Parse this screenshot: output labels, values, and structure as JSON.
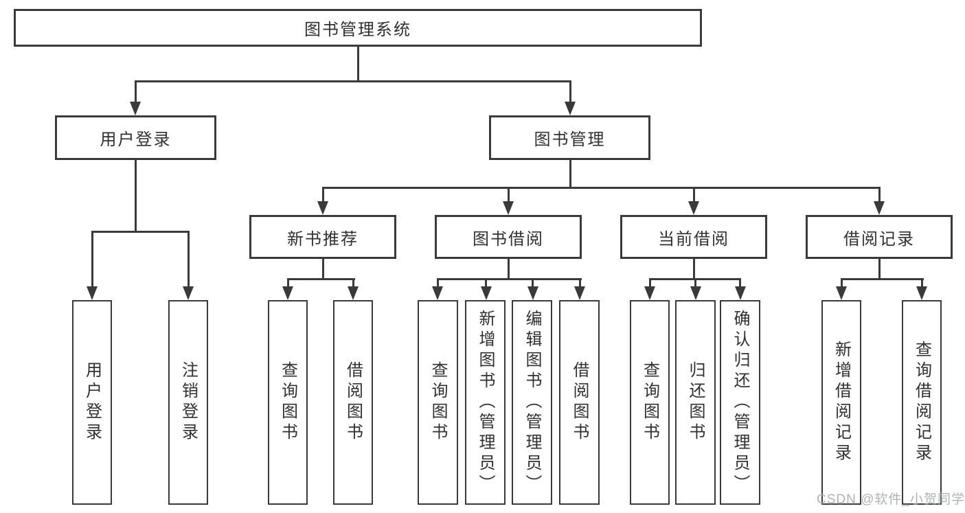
{
  "diagram": {
    "title": "图书管理系统",
    "root": {
      "label": "图书管理系统"
    },
    "level2": {
      "user_login": {
        "label": "用户登录"
      },
      "book_management": {
        "label": "图书管理"
      }
    },
    "level3": {
      "new_book_recommend": {
        "label": "新书推荐"
      },
      "book_borrow": {
        "label": "图书借阅"
      },
      "current_borrow": {
        "label": "当前借阅"
      },
      "borrow_records": {
        "label": "借阅记录"
      }
    },
    "leaves": {
      "user_login": [
        "用户登录",
        "注销登录"
      ],
      "new_book_recommend": [
        "查询图书",
        "借阅图书"
      ],
      "book_borrow": [
        "查询图书",
        "新增图书（管理员）",
        "编辑图书（管理员）",
        "借阅图书"
      ],
      "current_borrow": [
        "查询图书",
        "归还图书",
        "确认归还（管理员）"
      ],
      "borrow_records": [
        "新增借阅记录",
        "查询借阅记录"
      ]
    }
  },
  "watermark": {
    "text": "CSDN @软件_小贺同学"
  },
  "colors": {
    "line": "#3a3a3a",
    "text": "#303030",
    "background": "#ffffff",
    "watermark": "#9aa0a6"
  }
}
